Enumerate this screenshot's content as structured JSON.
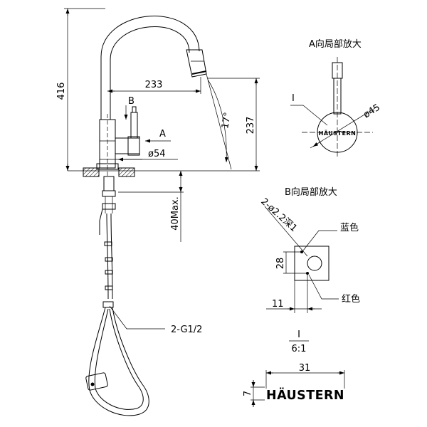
{
  "dimensions": {
    "overall_height": "416",
    "spout_reach": "233",
    "spout_height": "237",
    "rotation_angle": "17°",
    "base_diameter": "ø54",
    "max_depth": "40Max.",
    "hose_thread": "2-G1/2"
  },
  "view_markers": {
    "a": "A",
    "b": "B"
  },
  "detail_a": {
    "title": "A向局部放大",
    "diameter": "ø45",
    "marker": "I",
    "badge": "HÄUSTERN"
  },
  "detail_b": {
    "title": "B向局部放大",
    "hole_spec": "2-ø2.2深1",
    "height": "28",
    "width": "11",
    "blue_label": "蓝色",
    "red_label": "红色"
  },
  "detail_i": {
    "marker": "I",
    "scale": "6:1",
    "width": "31",
    "height": "7",
    "logo": "HÄUSTERN"
  }
}
